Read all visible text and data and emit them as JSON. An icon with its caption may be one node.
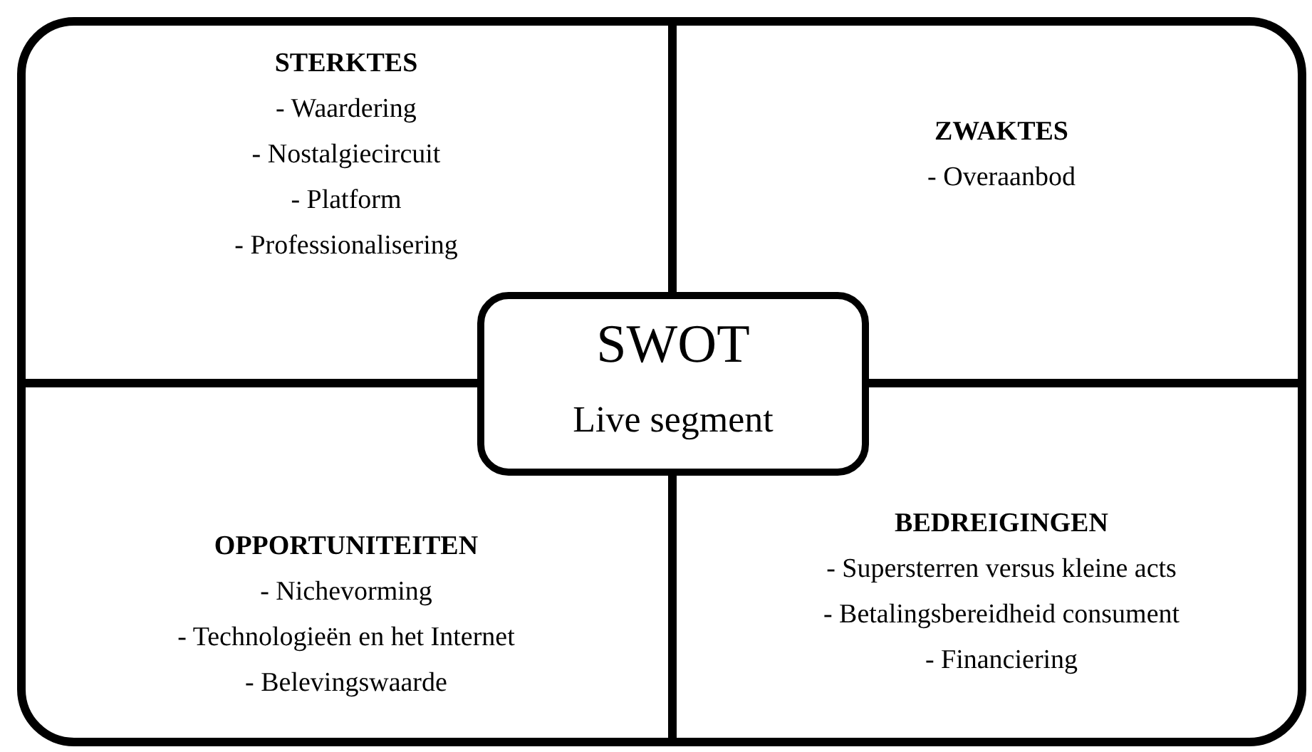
{
  "diagram": {
    "nodes": [
      {
        "text": [],
        "shape": "box"
      },
      {
        "text": [
          "STERKTES",
          "- Waardering",
          "- Nostalgiecircuit",
          "- Platform",
          "- Professionalisering"
        ],
        "in": 0
      },
      {
        "text": [
          "ZWAKTES",
          "- Overaanbod"
        ],
        "in": 0
      },
      {
        "text": [
          "OPPORTUNITEITEN",
          "- Nichevorming",
          "- Technologieën en het Internet",
          "- Belevingswaarde"
        ],
        "in": 0
      },
      {
        "text": [
          "BEDREIGINGEN",
          "- Supersterren versus kleine acts",
          "- Betalingsbereidheid consument",
          "- Financiering"
        ],
        "in": 0
      },
      {
        "text": [
          "SWOT",
          "Live segment"
        ],
        "in": 0
      }
    ],
    "edges": []
  }
}
